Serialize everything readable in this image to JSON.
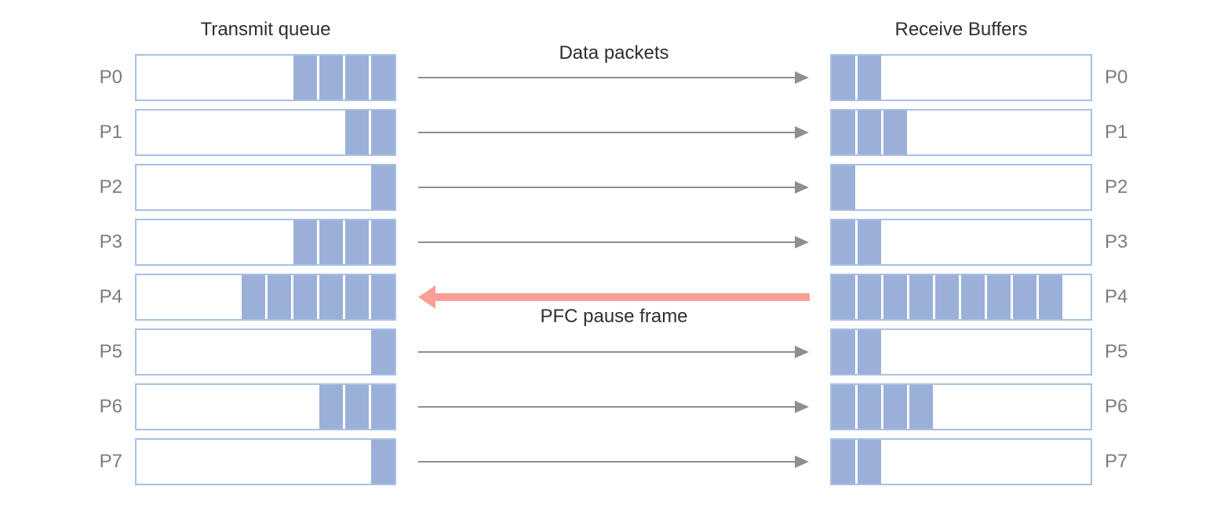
{
  "titles": {
    "transmit": "Transmit queue",
    "receive": "Receive Buffers"
  },
  "mid_labels": {
    "data_packets": "Data packets",
    "pfc_pause": "PFC pause frame"
  },
  "colors": {
    "segment_fill": "#9bb0d9",
    "bar_border": "#a9c0e2",
    "arrow_gray": "#8f8f8f",
    "pause_red": "#f99f96",
    "label_gray": "#7b7b7b",
    "title_dark": "#2e2e2e"
  },
  "buffer_slot_capacity": 10,
  "priorities": [
    {
      "label": "P0",
      "tx_packets": 4,
      "rx_packets": 2,
      "arrow": "data"
    },
    {
      "label": "P1",
      "tx_packets": 2,
      "rx_packets": 3,
      "arrow": "data"
    },
    {
      "label": "P2",
      "tx_packets": 1,
      "rx_packets": 1,
      "arrow": "data"
    },
    {
      "label": "P3",
      "tx_packets": 4,
      "rx_packets": 2,
      "arrow": "data"
    },
    {
      "label": "P4",
      "tx_packets": 6,
      "rx_packets": 9,
      "arrow": "pause"
    },
    {
      "label": "P5",
      "tx_packets": 1,
      "rx_packets": 2,
      "arrow": "data"
    },
    {
      "label": "P6",
      "tx_packets": 3,
      "rx_packets": 4,
      "arrow": "data"
    },
    {
      "label": "P7",
      "tx_packets": 1,
      "rx_packets": 2,
      "arrow": "data"
    }
  ]
}
